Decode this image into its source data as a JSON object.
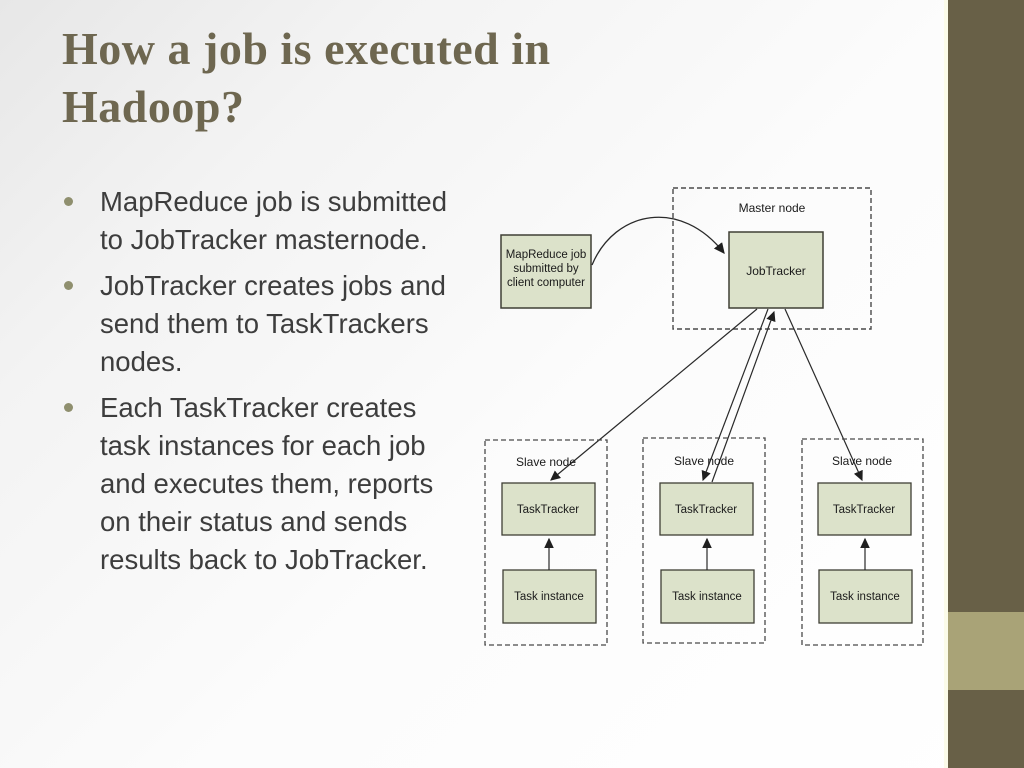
{
  "slide": {
    "title": "How a job is executed in Hadoop?",
    "title_lines": [
      "How a job is executed in",
      "Hadoop?"
    ],
    "bullets": [
      "MapReduce job is submitted\nto JobTracker masternode.",
      "JobTracker creates jobs and\nsend them to TaskTrackers\nnodes.",
      "Each TaskTracker creates\ntask instances for each job\nand executes them, reports\non their status and sends\nresults back to JobTracker."
    ]
  },
  "diagram": {
    "client_box_lines": [
      "MapReduce job",
      "submitted by",
      "client computer"
    ],
    "master_node_label": "Master node",
    "jobtracker_label": "JobTracker",
    "slave_node_label": "Slave node",
    "tasktracker_label": "TaskTracker",
    "task_instance_label": "Task instance"
  },
  "colors": {
    "title_text": "#6e6750",
    "body_text": "#3d3d3d",
    "bullet_dot": "#8f8f6e",
    "diagram_box_fill": "#dce2ca",
    "diagram_box_border": "#3f3f35",
    "diagram_dashed_border": "#4a4a4a",
    "sidebar_dark": "#686047",
    "sidebar_accent": "#a9a377",
    "sidebar_edge_line": "#fbfbe9"
  }
}
